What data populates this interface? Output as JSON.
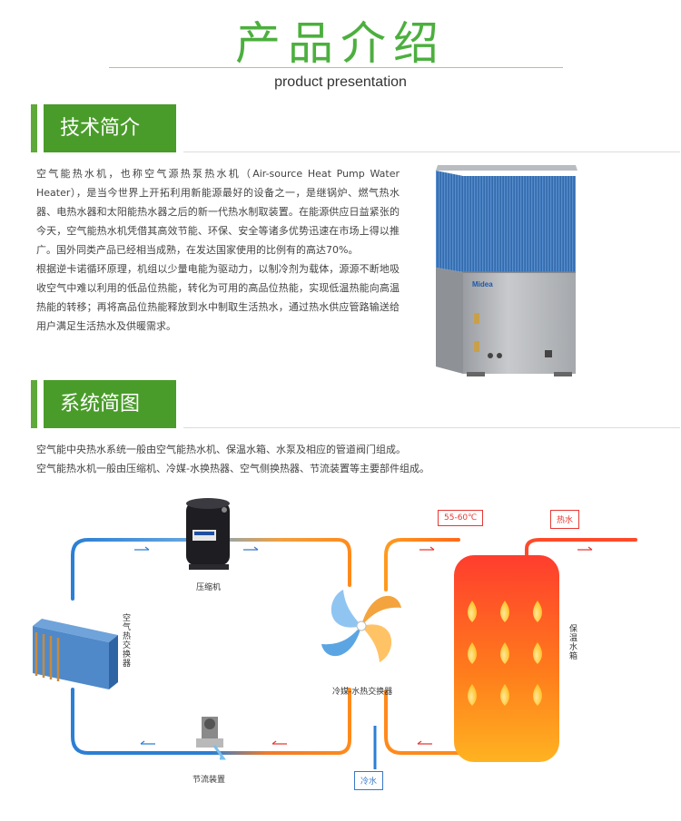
{
  "header": {
    "title": "产品介绍",
    "subtitle": "product presentation"
  },
  "section1": {
    "heading": "技术简介",
    "paragraphs": [
      "空气能热水机，也称空气源热泵热水机（Air-source Heat Pump Water Heater），是当今世界上开拓利用新能源最好的设备之一，是继锅炉、燃气热水器、电热水器和太阳能热水器之后的新一代热水制取装置。在能源供应日益紧张的今天，空气能热水机凭借其高效节能、环保、安全等诸多优势迅速在市场上得以推广。国外同类产品已经相当成熟，在发达国家使用的比例有的高达70%。",
      "根据逆卡诺循环原理，机组以少量电能为驱动力，以制冷剂为载体，源源不断地吸收空气中难以利用的低品位热能，转化为可用的高品位热能，实现低温热能向高温热能的转移；再将高品位热能释放到水中制取生活热水，通过热水供应管路输送给用户满足生活热水及供暖需求。"
    ],
    "brand": "Midea"
  },
  "section2": {
    "heading": "系统简图",
    "lines": [
      "空气能中央热水系统一般由空气能热水机、保温水箱、水泵及相应的管道阀门组成。",
      "空气能热水机一般由压缩机、冷媒-水换热器、空气侧换热器、节流装置等主要部件组成。"
    ]
  },
  "diagram": {
    "compressor_label": "压缩机",
    "air_hx_label": "空气热交换器",
    "water_hx_label": "冷媒-水热交换器",
    "throttle_label": "节流装置",
    "tank_label": "保温水箱",
    "temp_tag": "55-60℃",
    "hot_water_tag": "热水",
    "cold_water_tag": "冷水",
    "colors": {
      "hot": "#e53935",
      "cold": "#2b7fd4",
      "warm": "#ff9a1f"
    }
  }
}
